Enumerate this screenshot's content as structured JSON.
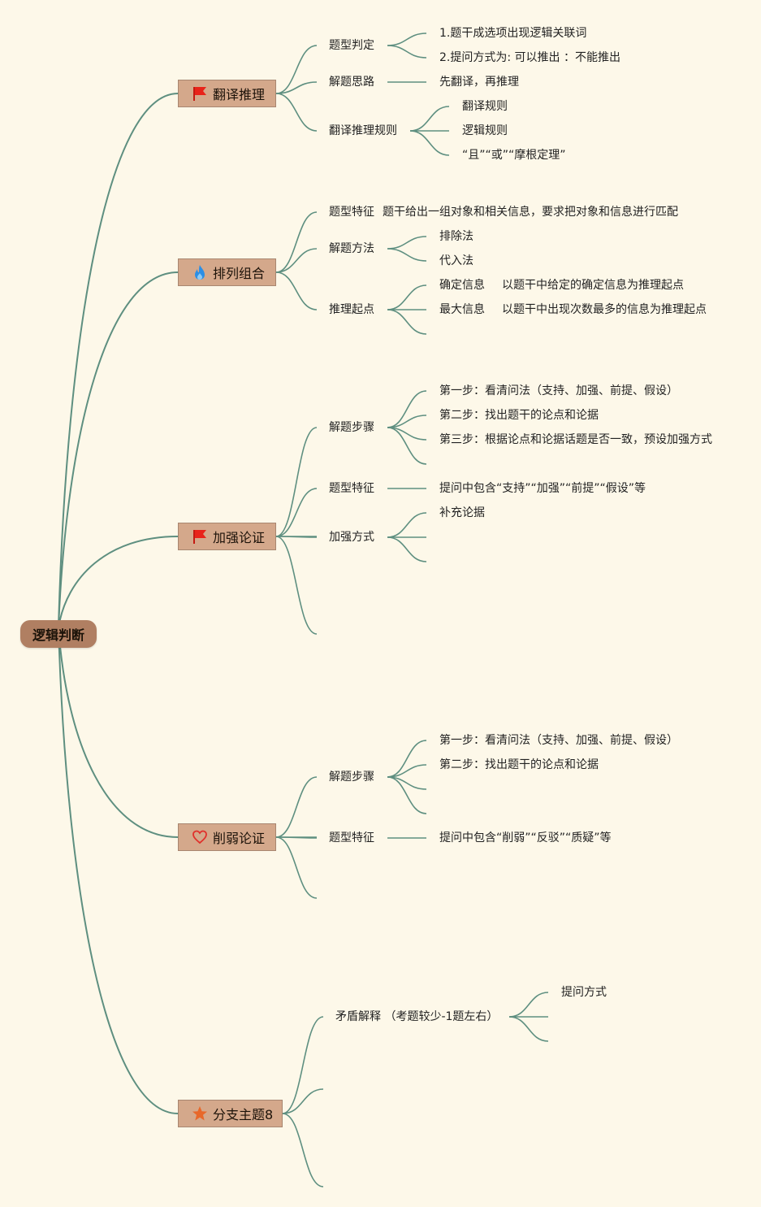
{
  "root": {
    "label": "逻辑判断"
  },
  "branches": [
    {
      "label": "翻译推理",
      "icon": "red-flag-icon",
      "children": [
        {
          "label": "题型判定",
          "items": [
            "1.题干成选项出现逻辑关联词",
            "2.提问方式为: 可以推出 ：不能推出"
          ]
        },
        {
          "label": "解题思路",
          "items": [
            "先翻译，再推理"
          ]
        },
        {
          "label": "翻译推理规则",
          "items": [
            "翻译规则",
            "逻辑规则",
            "“且”“或”“摩根定理”"
          ]
        }
      ]
    },
    {
      "label": "排列组合",
      "icon": "blue-flame-icon",
      "children": [
        {
          "label": "题型特征",
          "text": "题干给出一组对象和相关信息，要求把对象和信息进行匹配"
        },
        {
          "label": "解题方法",
          "items": [
            "排除法",
            "代入法"
          ]
        },
        {
          "label": "推理起点",
          "items": [
            {
              "label": "确定信息",
              "detail": "以题干中给定的确定信息为推理起点"
            },
            {
              "label": "最大信息",
              "detail": "以题干中出现次数最多的信息为推理起点"
            }
          ]
        }
      ]
    },
    {
      "label": "加强论证",
      "icon": "red-flag-icon",
      "children": [
        {
          "label": "解题步骤",
          "items": [
            "第一步：看清问法（支持、加强、前提、假设）",
            "第二步：找出题干的论点和论据",
            "第三步：根据论点和论据话题是否一致，预设加强方式"
          ]
        },
        {
          "label": "题型特征",
          "items": [
            "提问中包含“支持”“加强”“前提”“假设”等"
          ]
        },
        {
          "label": "加强方式",
          "items": [
            "补充论据"
          ]
        }
      ]
    },
    {
      "label": "削弱论证",
      "icon": "red-heart-outline-icon",
      "children": [
        {
          "label": "解题步骤",
          "items": [
            "第一步：看清问法（支持、加强、前提、假设）",
            "第二步：找出题干的论点和论据"
          ]
        },
        {
          "label": "题型特征",
          "items": [
            "提问中包含“削弱”“反驳”“质疑”等"
          ]
        }
      ]
    },
    {
      "label": "分支主题8",
      "icon": "orange-star-icon",
      "children": [
        {
          "label": "矛盾解释 （考题较少-1题左右）",
          "items": [
            "提问方式"
          ]
        }
      ]
    }
  ],
  "colors": {
    "background": "#fdf8e9",
    "line": "#5e8f80",
    "root": "#b07f62",
    "main": "#d4a88b",
    "flag": "#e8231a",
    "flame": "#2b8fe6",
    "heart": "#e0302b",
    "star": "#e8682a"
  }
}
